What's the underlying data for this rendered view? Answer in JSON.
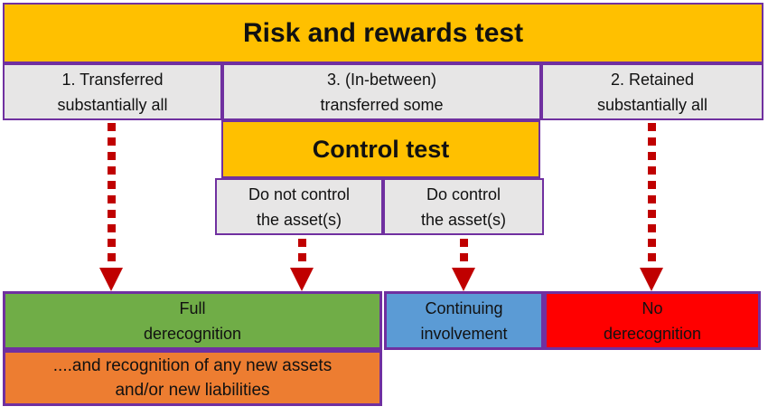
{
  "palette": {
    "banner_gold": "#FFC000",
    "cell_gray": "#E7E6E6",
    "border_purple": "#7030A0",
    "result_green": "#70AD47",
    "result_blue": "#5B9BD5",
    "result_red": "#FF0000",
    "note_orange": "#ED7D31",
    "arrow_dark_red": "#C00000",
    "text": "#111111"
  },
  "diagram": {
    "risk_test": {
      "title": "Risk and rewards test"
    },
    "branches": [
      {
        "line1": "1. Transferred",
        "line2": "substantially all"
      },
      {
        "line1": "3. (In-between)",
        "line2": "transferred some"
      },
      {
        "line1": "2. Retained",
        "line2": "substantially all"
      }
    ],
    "control_test": {
      "title": "Control test"
    },
    "control_outcomes": [
      {
        "line1": "Do not control",
        "line2": "the asset(s)"
      },
      {
        "line1": "Do control",
        "line2": "the asset(s)"
      }
    ],
    "results": [
      {
        "line1": "Full",
        "line2": "derecognition",
        "color": "#70AD47"
      },
      {
        "line1": "Continuing",
        "line2": "involvement",
        "color": "#5B9BD5"
      },
      {
        "line1": "No",
        "line2": "derecognition",
        "color": "#FF0000"
      }
    ],
    "note": {
      "line1": "....and recognition of any new assets",
      "line2": "and/or new liabilities"
    }
  }
}
